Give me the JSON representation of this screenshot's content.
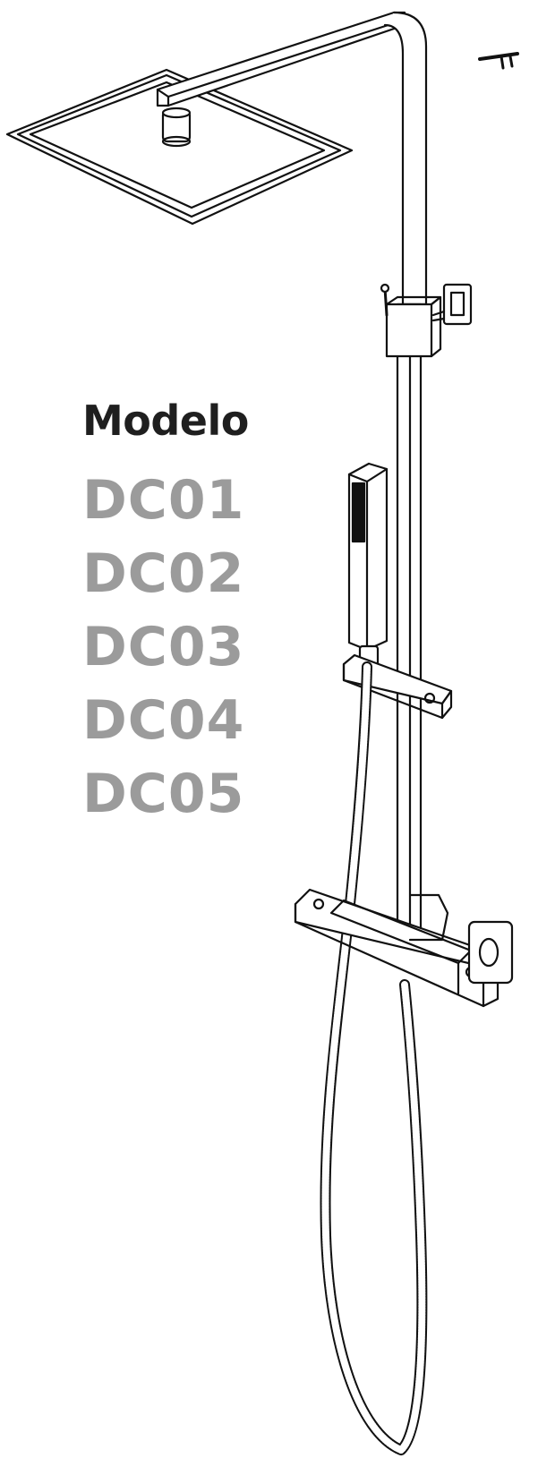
{
  "heading": "Modelo",
  "models": [
    "DC01",
    "DC02",
    "DC03",
    "DC04",
    "DC05"
  ],
  "colors": {
    "heading": "#1f1f1f",
    "models": "#9b9b9b",
    "line": "#111111"
  }
}
